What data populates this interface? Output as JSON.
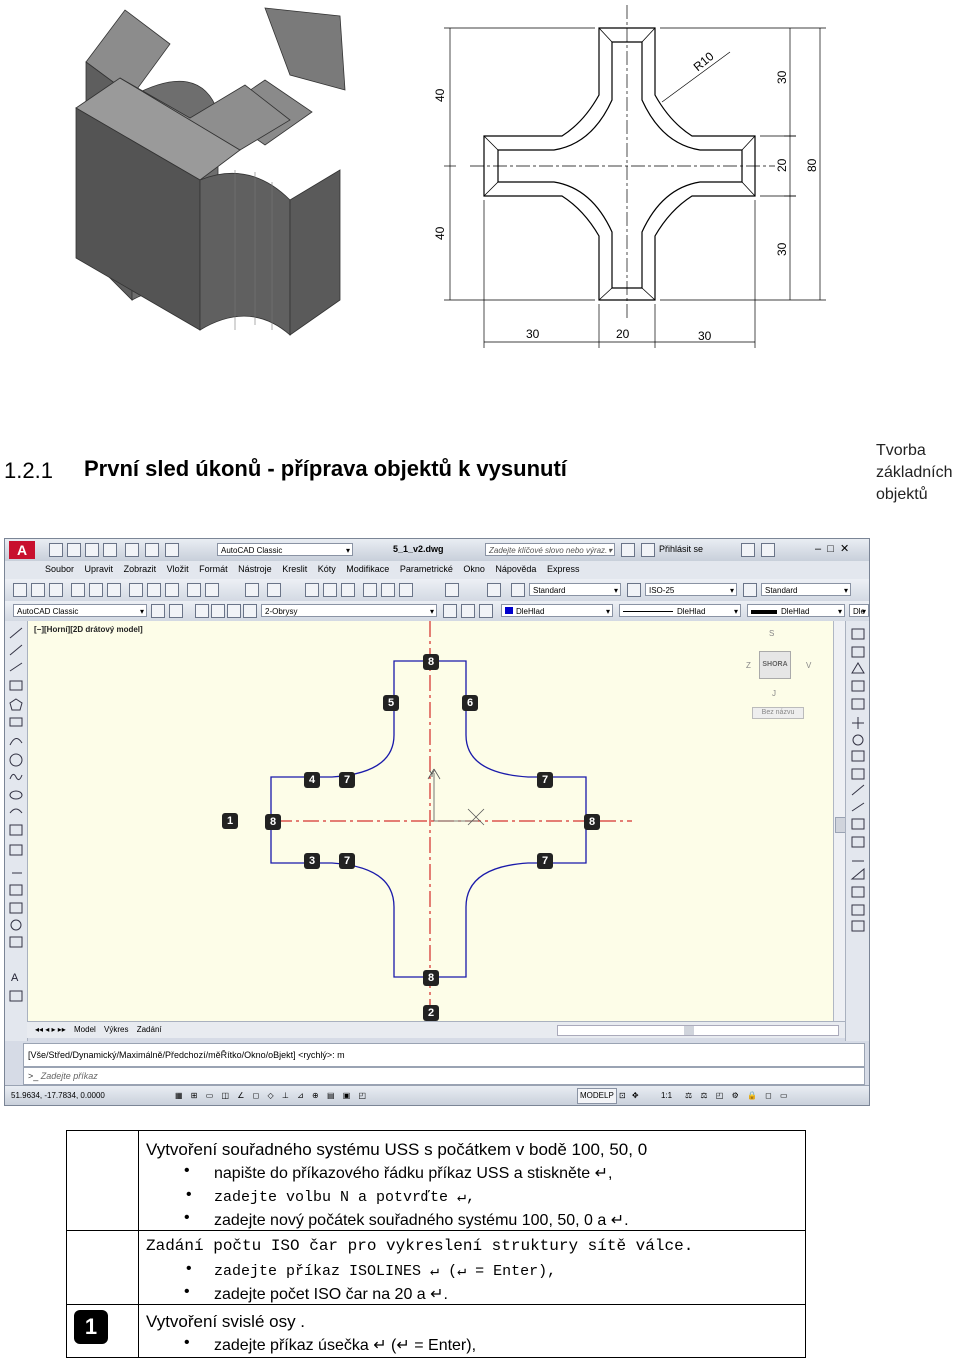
{
  "drawing": {
    "dim_labels": [
      "R10",
      "40",
      "40",
      "30",
      "20",
      "30",
      "80",
      "30",
      "20",
      "30"
    ]
  },
  "heading": {
    "number": "1.2.1",
    "title": "První sled úkonů - příprava objektů k vysunutí"
  },
  "side_note": [
    "Tvorba",
    "základních",
    "objektů"
  ],
  "acad": {
    "workspace": "AutoCAD Classic",
    "filename": "5_1_v2.dwg",
    "search_placeholder": "Zadejte klíčové slovo nebo výraz.",
    "signin": "Přihlásit se",
    "menu": [
      "Soubor",
      "Upravit",
      "Zobrazit",
      "Vložit",
      "Formát",
      "Nástroje",
      "Kreslit",
      "Kóty",
      "Modifikace",
      "Parametrické",
      "Okno",
      "Nápověda",
      "Express"
    ],
    "text_style": "Standard",
    "dim_style": "ISO-25",
    "table_style": "Standard",
    "workspace2": "AutoCAD Classic",
    "layer": "2-Obrysy",
    "color": "DleHlad",
    "linetype": "DleHlad",
    "lineweight": "DleHlad",
    "plot": "Dle",
    "viewport_label": "[−][Horní][2D drátový model]",
    "viewcube": {
      "top": "SHORA",
      "n": "S",
      "s": "J",
      "e": "V",
      "w": "Z",
      "wcs": "Bez názvu"
    },
    "ucs_y": "Y",
    "tabs": [
      "Model",
      "Výkres",
      "Zadání"
    ],
    "cmd_history": "[Vše/Střed/Dynamický/Maximálně/Předchozí/měŘítko/Okno/oBjekt] <rychlý>: m",
    "cmd_prompt": "Zadejte příkaz",
    "coords": "51.9634, -17.7834, 0.0000",
    "status_model": "MODELP",
    "status_scale": "1:1",
    "badges": [
      "8",
      "5",
      "6",
      "4",
      "7",
      "7",
      "1",
      "8",
      "8",
      "3",
      "7",
      "7",
      "8",
      "2"
    ]
  },
  "table": {
    "row1_title": "Vytvoření souřadného systému USS s počátkem v bodě 100, 50, 0",
    "row1_items": [
      "napište do příkazového řádku příkaz USS a stiskněte ↵,",
      "zadejte volbu N a potvrďte ↵,",
      "zadejte nový počátek souřadného systému 100, 50, 0 a ↵."
    ],
    "row2_title": "Zadání počtu ISO čar pro vykreslení struktury sítě válce.",
    "row2_items": [
      "zadejte příkaz ISOLINES ↵ (↵ = Enter),",
      "zadejte počet ISO čar na 20 a ↵."
    ],
    "row3_badge": "1",
    "row3_title": "Vytvoření svislé osy .",
    "row3_items": [
      "zadejte příkaz úsečka ↵ (↵ = Enter),"
    ]
  }
}
